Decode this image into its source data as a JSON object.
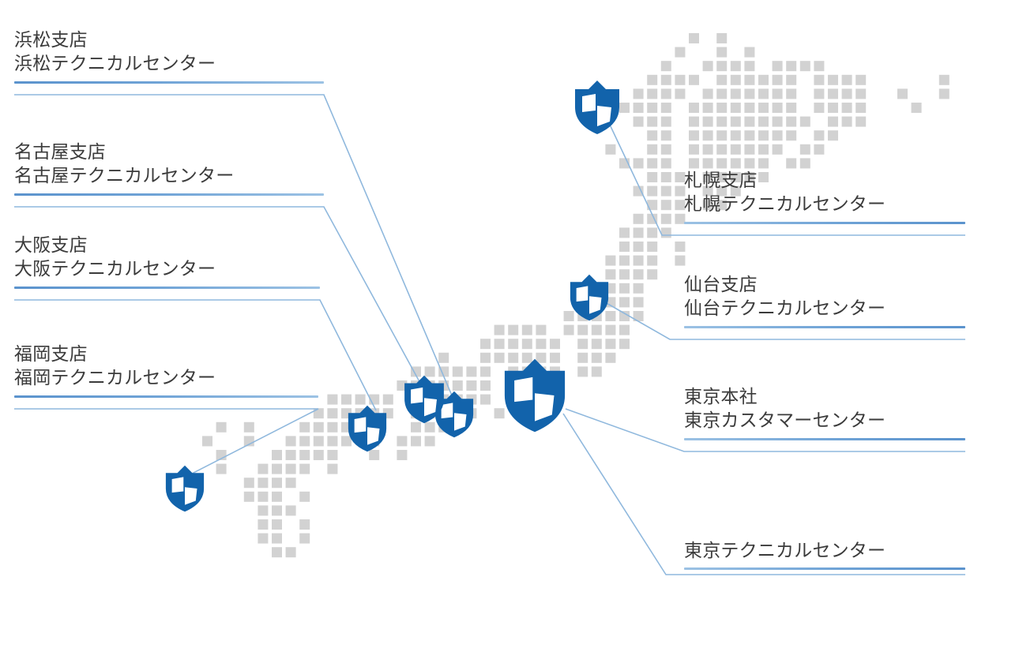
{
  "figure": {
    "kind": "japan-office-location-map",
    "background_color": "#ffffff",
    "map_dot_color": "#d2d2d2",
    "pin_color": "#1263ab",
    "pin_highlight_color": "#ffffff",
    "leader_line_color": "#8fb8dd",
    "rule_color": "#6fa3d6",
    "label_text_color": "#3b3b3b"
  },
  "callouts": {
    "hamamatsu": {
      "line1": "浜松支店",
      "line2": "浜松テクニカルセンター",
      "side": "left"
    },
    "nagoya": {
      "line1": "名古屋支店",
      "line2": "名古屋テクニカルセンター",
      "side": "left"
    },
    "osaka": {
      "line1": "大阪支店",
      "line2": "大阪テクニカルセンター",
      "side": "left"
    },
    "fukuoka": {
      "line1": "福岡支店",
      "line2": "福岡テクニカルセンター",
      "side": "left"
    },
    "sapporo": {
      "line1": "札幌支店",
      "line2": "札幌テクニカルセンター",
      "side": "right"
    },
    "sendai": {
      "line1": "仙台支店",
      "line2": "仙台テクニカルセンター",
      "side": "right"
    },
    "tokyo_hq": {
      "line1": "東京本社",
      "line2": "東京カスタマーセンター",
      "side": "right"
    },
    "tokyo_tc": {
      "line1": "東京テクニカルセンター",
      "line2": "",
      "side": "right"
    }
  },
  "pins": {
    "sapporo": {
      "icon": "shield-pin-icon",
      "label": "札幌"
    },
    "sendai": {
      "icon": "shield-pin-icon",
      "label": "仙台"
    },
    "tokyo": {
      "icon": "shield-pin-icon",
      "label": "東京"
    },
    "hamamatsu": {
      "icon": "shield-pin-icon",
      "label": "浜松"
    },
    "nagoya": {
      "icon": "shield-pin-icon",
      "label": "名古屋"
    },
    "osaka": {
      "icon": "shield-pin-icon",
      "label": "大阪"
    },
    "fukuoka": {
      "icon": "shield-pin-icon",
      "label": "福岡"
    }
  }
}
